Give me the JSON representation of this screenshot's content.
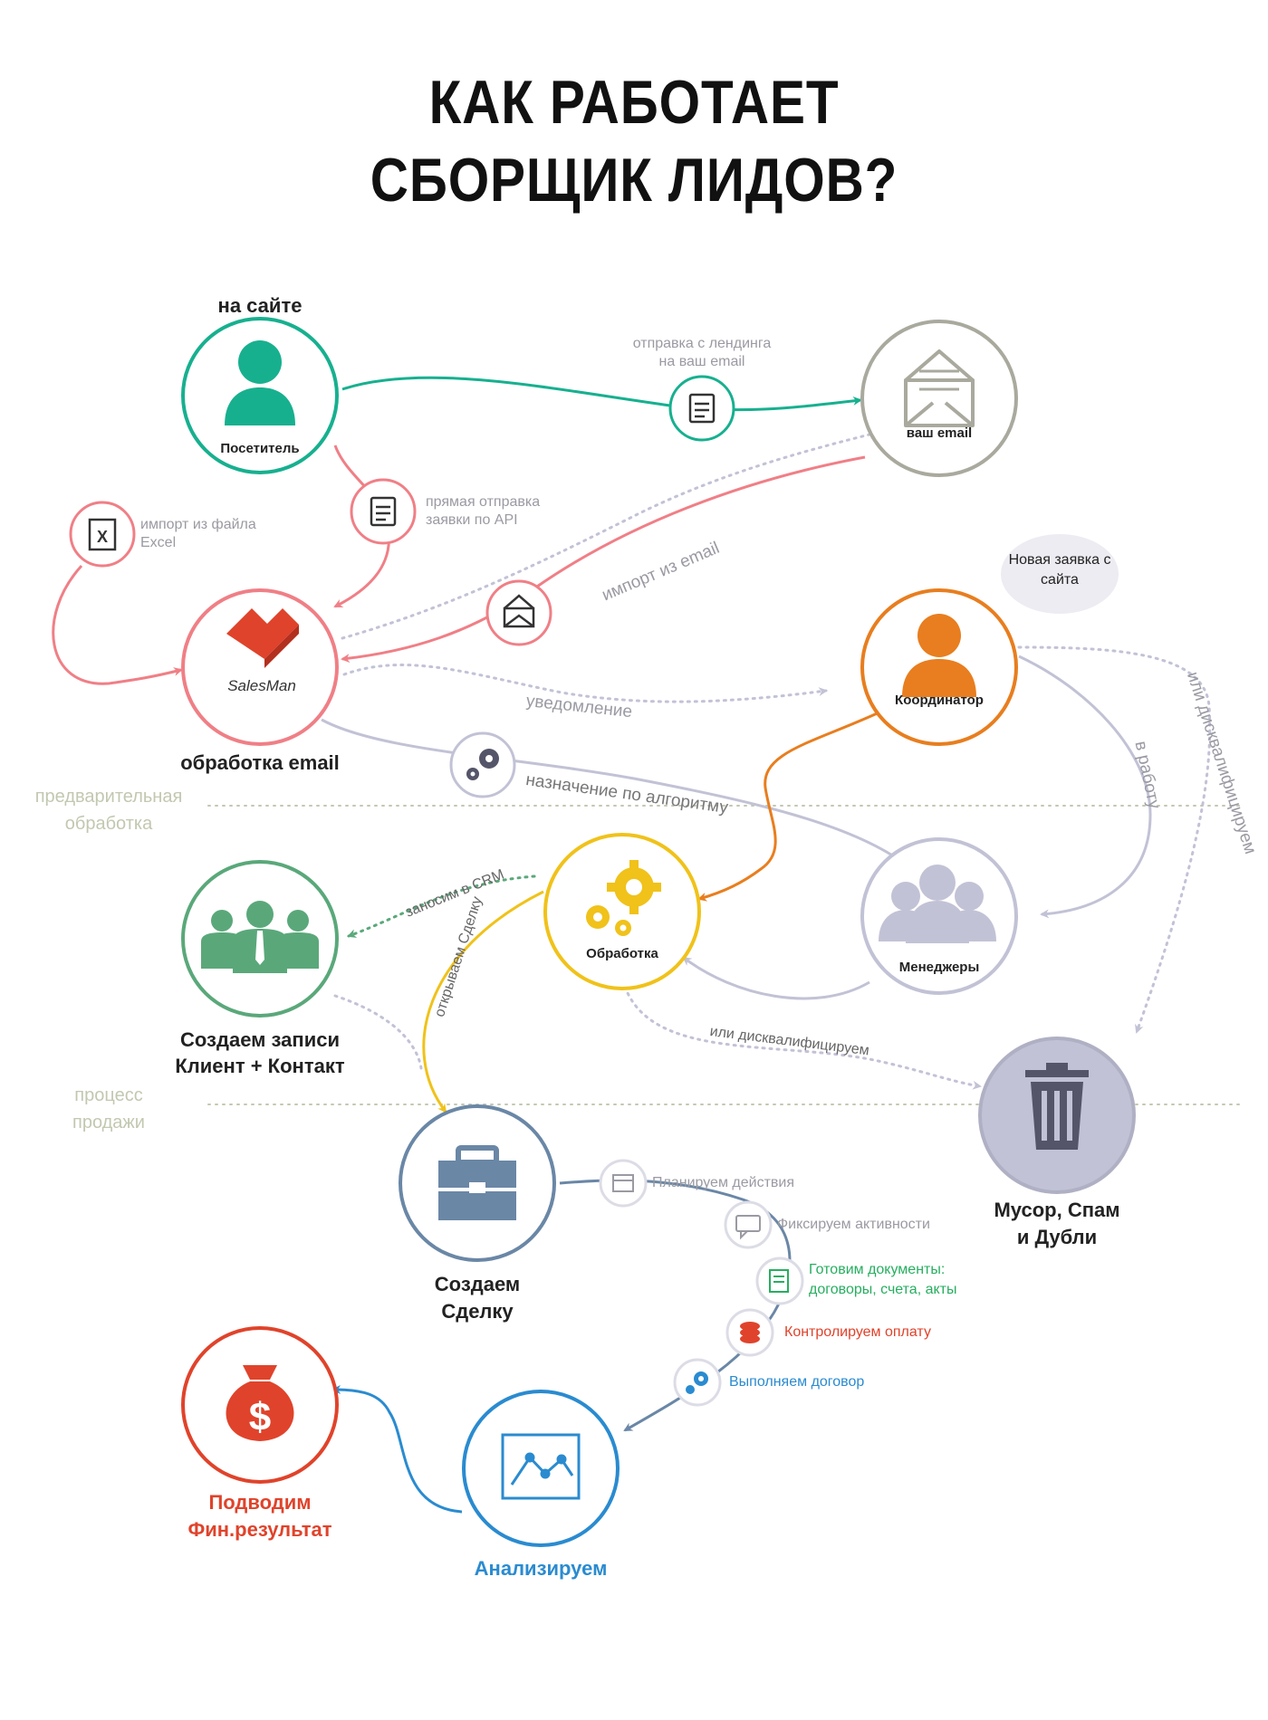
{
  "title": {
    "line1": "КАК РАБОТАЕТ",
    "line2": "СБОРЩИК ЛИДОВ?"
  },
  "zones": {
    "pre": "предварительная обработка",
    "sales": "процесс продажи"
  },
  "nodes": {
    "visitor": {
      "top": "на сайте",
      "label": "Посетитель"
    },
    "email": {
      "label": "ваш email"
    },
    "salesman": {
      "logo": "SalesMan",
      "label": "обработка email"
    },
    "coordinator": {
      "label": "Координатор",
      "bubble": "Новая заявка с сайта"
    },
    "managers": {
      "label": "Менеджеры"
    },
    "processing": {
      "label": "Обработка"
    },
    "records": {
      "label_l1": "Создаем записи",
      "label_l2": "Клиент + Контакт"
    },
    "trash": {
      "label_l1": "Мусор, Спам",
      "label_l2": "и Дубли"
    },
    "deal": {
      "label_l1": "Создаем",
      "label_l2": "Сделку"
    },
    "analysis": {
      "label": "Анализируем"
    },
    "finance": {
      "label_l1": "Подводим",
      "label_l2": "Фин.результат"
    }
  },
  "edges": {
    "landing": "отправка с лендинга на ваш email",
    "api": "прямая отправка заявки по API",
    "excel": "импорт из файла Excel",
    "import_email": "импорт из email",
    "notify": "уведомление",
    "assign": "назначение по алгоритму",
    "to_work": "в работу",
    "disq1": "или дисквалифицируем",
    "disq2": "или дисквалифицируем",
    "crm": "заносим в CRM",
    "open_deal": "открываем Сделку"
  },
  "steps": [
    {
      "text": "Планируем действия",
      "color": "#9a9aa3"
    },
    {
      "text": "Фиксируем активности",
      "color": "#9a9aa3"
    },
    {
      "text": "Готовим документы: договоры, счета, акты",
      "color": "#27ae60"
    },
    {
      "text": "Контролируем оплату",
      "color": "#e0432b"
    },
    {
      "text": "Выполняем договор",
      "color": "#2a8bd0"
    }
  ],
  "icons": [
    "user-icon",
    "envelope-icon",
    "clipboard-icon",
    "excel-icon",
    "mail-icon",
    "gears-icon",
    "salesman-logo-icon",
    "team-icon",
    "business-team-icon",
    "trash-icon",
    "briefcase-icon",
    "chart-icon",
    "money-bag-icon",
    "calendar-icon",
    "chat-icon",
    "document-edit-icon",
    "coins-icon",
    "gear-icon"
  ],
  "colors": {
    "teal": "#17b08f",
    "coral": "#f07f86",
    "orange": "#e87e1f",
    "yellow": "#f0c21a",
    "green": "#5aa87a",
    "lavender": "#c2c2d6",
    "slate": "#6a87a6",
    "blue": "#2a8bd0",
    "red": "#e0432b",
    "gray": "#a9a99e"
  }
}
